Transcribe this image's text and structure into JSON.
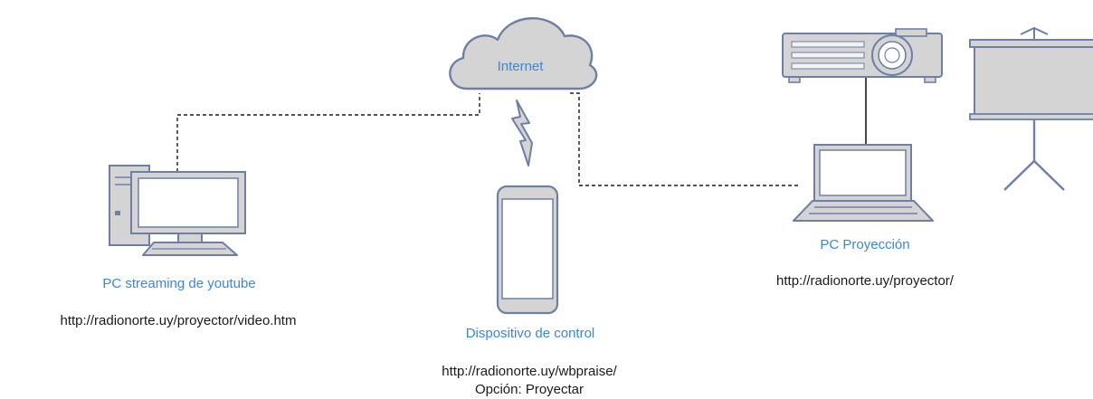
{
  "internet": {
    "label": "Internet"
  },
  "pc_streaming": {
    "label": "PC streaming de youtube",
    "url": "http://radionorte.uy/proyector/video.htm"
  },
  "control_device": {
    "label": "Dispositivo de control",
    "url": "http://radionorte.uy/wbpraise/",
    "option": "Opción: Proyectar"
  },
  "pc_projection": {
    "label": "PC Proyección",
    "url": "http://radionorte.uy/proyector/"
  },
  "colors": {
    "icon_fill": "#d4d4d4",
    "icon_stroke": "#6e7fa6",
    "label_blue": "#3a87d6",
    "text_dark": "#1a1a1a"
  },
  "icons": [
    "cloud-icon",
    "desktop-pc-icon",
    "smartphone-icon",
    "laptop-icon",
    "projector-icon",
    "projection-screen-icon",
    "wireless-link-icon"
  ]
}
